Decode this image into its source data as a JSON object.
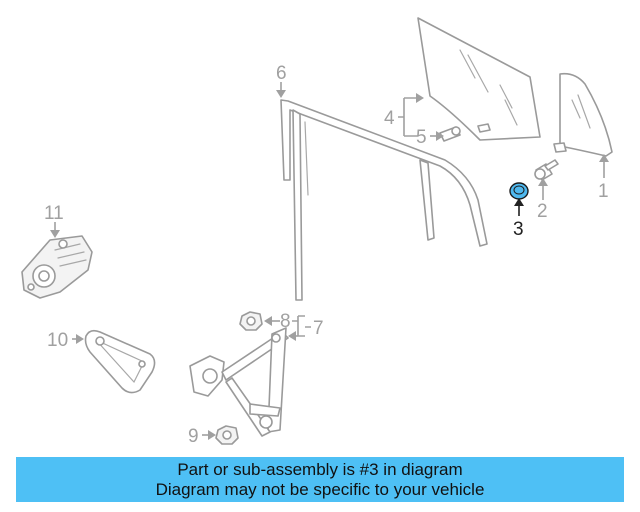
{
  "callouts": {
    "c1": "1",
    "c2": "2",
    "c3": "3",
    "c4": "4",
    "c5": "5",
    "c6": "6",
    "c7": "7",
    "c8": "8",
    "c9": "9",
    "c10": "10",
    "c11": "11"
  },
  "highlighted_part": "3",
  "colors": {
    "highlight": "#4fb8ee",
    "banner": "#4ec0f5",
    "line_art": "#9a9a9a"
  },
  "banner": {
    "line1": "Part or sub-assembly is #3 in diagram",
    "line2": "Diagram may not be specific to your vehicle"
  }
}
